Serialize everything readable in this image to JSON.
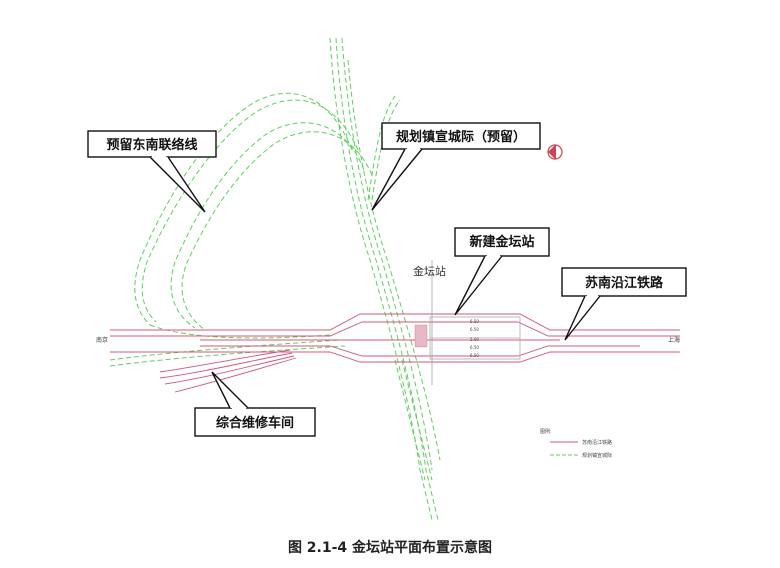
{
  "callouts": {
    "southeast_link": "预留东南联络线",
    "zhenxuan_intercity": "规划镇宣城际（预留）",
    "new_station": "新建金坛站",
    "railway": "苏南沿江铁路",
    "depot": "综合维修车间"
  },
  "station_label": "金坛站",
  "west_label": "南京",
  "east_label": "上海",
  "legend": {
    "title": "图例:",
    "items": [
      {
        "label": "苏南沿江铁路",
        "color": "#d4577a",
        "style": "solid"
      },
      {
        "label": "规划镇宣城际",
        "color": "#5fcf5f",
        "style": "dashed"
      }
    ]
  },
  "caption": "图 2.1-4  金坛站平面布置示意图",
  "colors": {
    "railway": "#d4577a",
    "intercity": "#5fcf5f",
    "callout_border": "#111111"
  }
}
